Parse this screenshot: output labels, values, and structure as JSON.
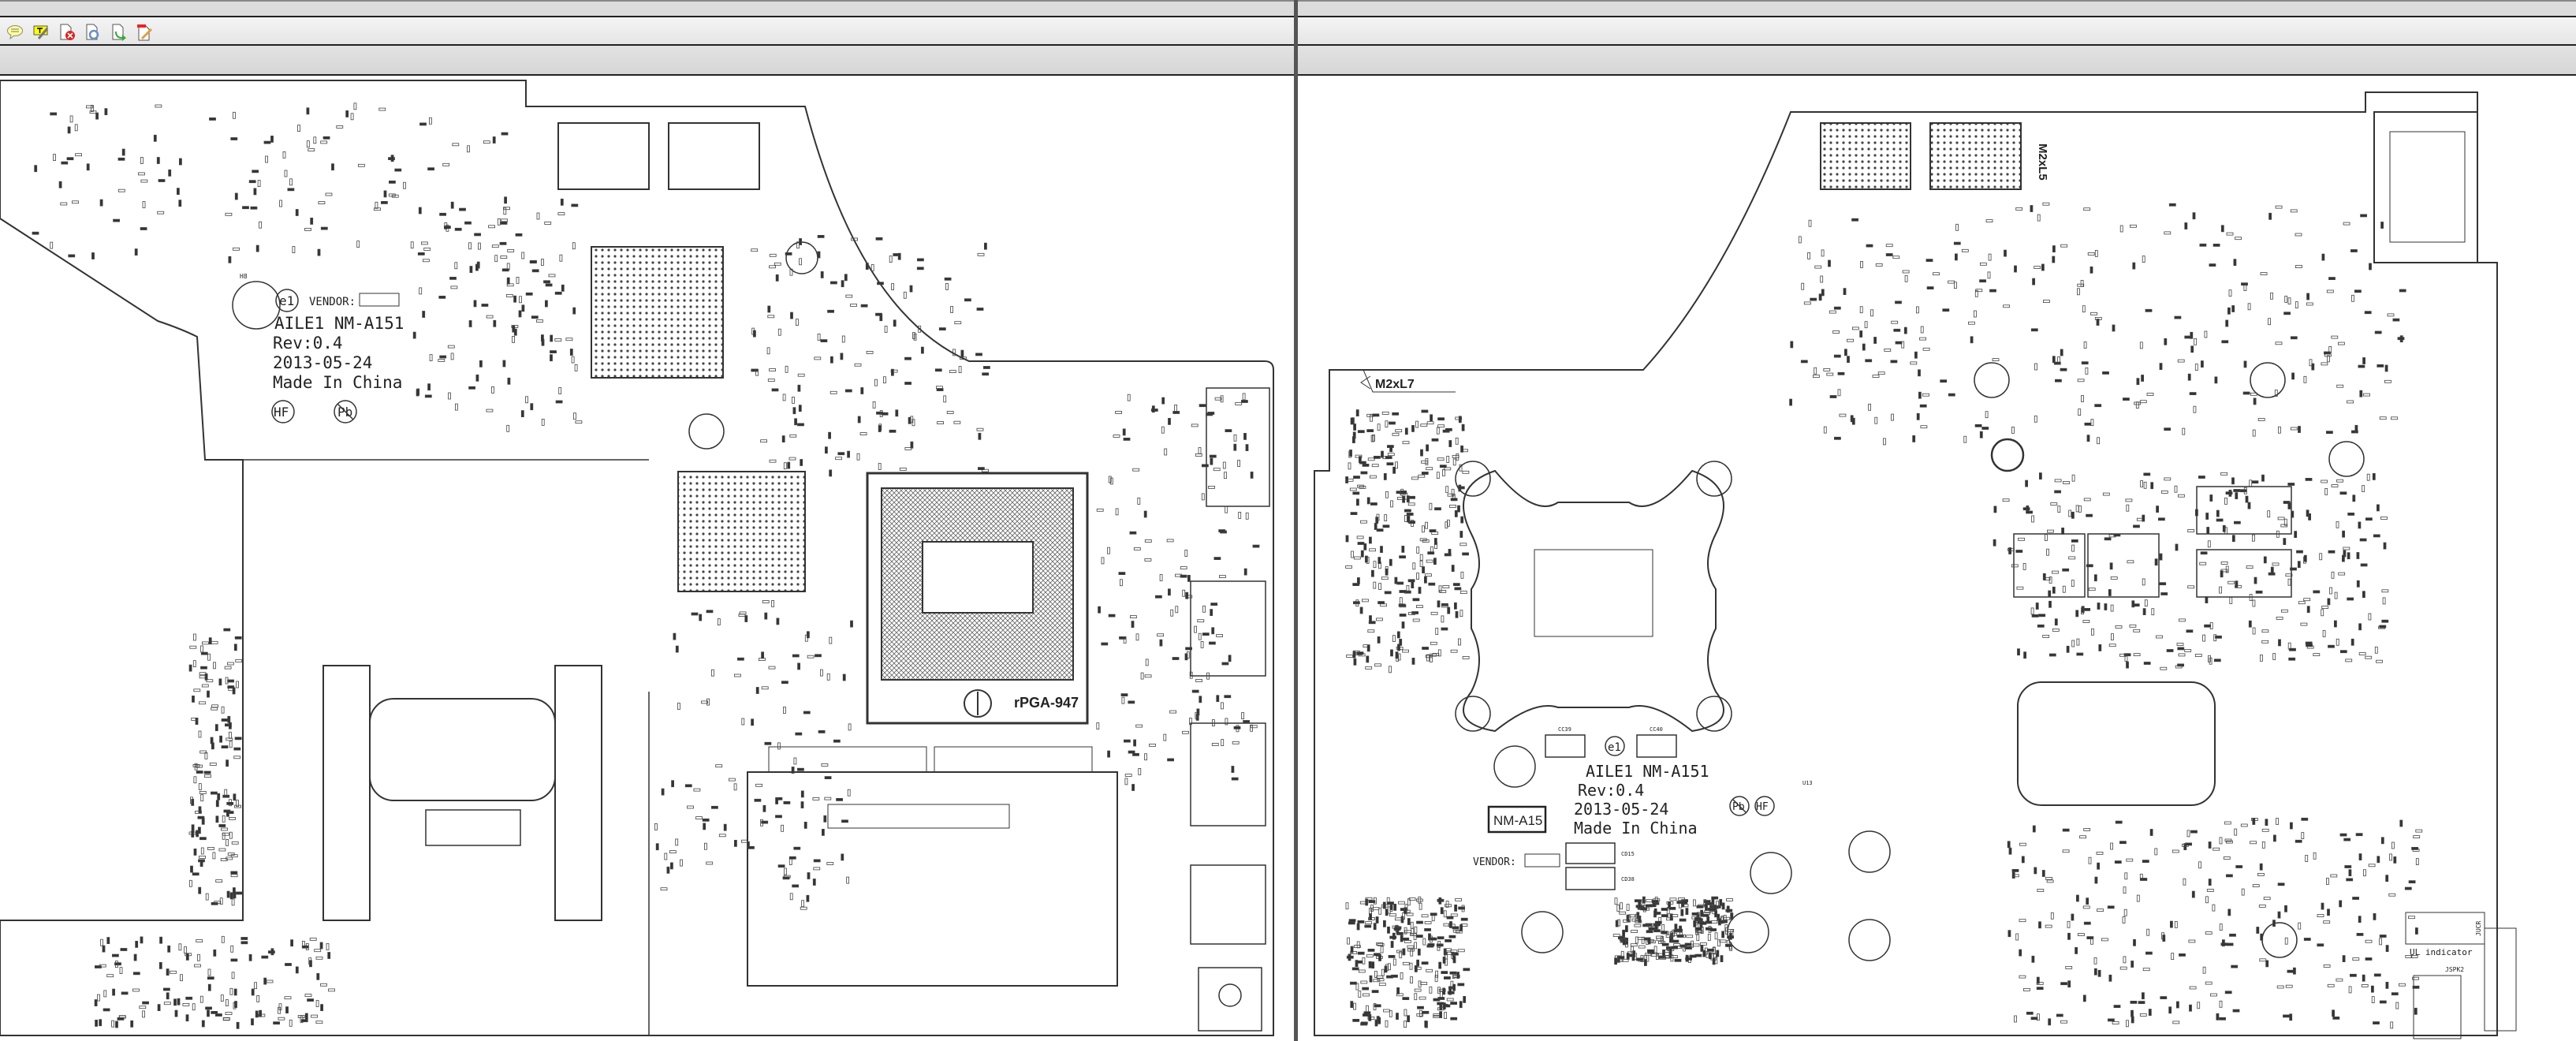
{
  "toolbar": {
    "icons": [
      "comment-icon",
      "text-edit-icon",
      "close-document-icon",
      "reload-document-icon",
      "export-document-icon",
      "edit-document-icon"
    ]
  },
  "left_view": {
    "hole_label": "H8",
    "e1_mark": "e1",
    "vendor_label": "VENDOR:",
    "board_name": "AILE1 NM-A151",
    "revision": "Rev:0.4",
    "date": "2013-05-24",
    "origin": "Made In China",
    "hf_mark": "HF",
    "pb_mark": "Pb",
    "socket_label": "rPGA-947"
  },
  "right_view": {
    "screw_label_1": "M2xL7",
    "screw_label_2": "M2xL5",
    "e1_mark": "e1",
    "board_name": "AILE1 NM-A151",
    "revision": "Rev:0.4",
    "date": "2013-05-24",
    "origin": "Made In China",
    "model_box": "NM-A15",
    "vendor_label": "VENDOR:",
    "pb_mark": "Pb",
    "hf_mark": "HF",
    "refs": {
      "cc39": "CC39",
      "cc40": "CC40",
      "cd15": "CD15",
      "cd38": "CD38",
      "u13": "U13",
      "jspk2": "JSPK2",
      "jucr": "JUCR"
    },
    "ul_indicator": "UL indicator"
  }
}
